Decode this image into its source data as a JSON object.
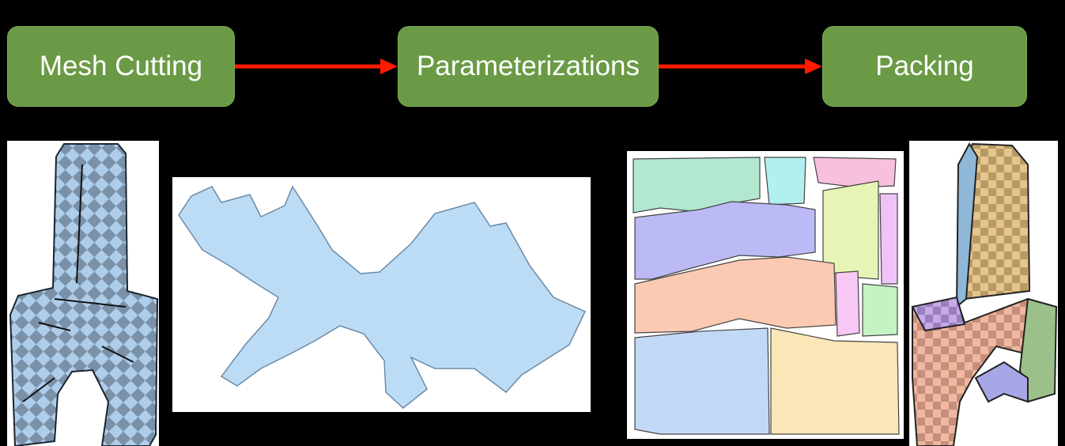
{
  "pipeline": {
    "steps": [
      {
        "label": "Mesh Cutting"
      },
      {
        "label": "Parameterizations"
      },
      {
        "label": "Packing"
      }
    ],
    "colors": {
      "step_fill": "#6a9a45",
      "arrow": "#ff1a00",
      "background": "#000000",
      "uv_fill": "#bcdcf6",
      "checker_dark": "#7a91a8",
      "checker_light": "#aecdea"
    },
    "chart_colors": [
      "#b2e8cf",
      "#b2f0f0",
      "#f7c0dd",
      "#bbbaf5",
      "#e6f4b5",
      "#efc3f7",
      "#fcc9b3",
      "#f8c8f5",
      "#c4f2c2",
      "#c2d9f6",
      "#fbe6b8"
    ]
  },
  "visuals": {
    "mesh_before": "Checker-textured chair-like 3D mesh with cut seams",
    "uv_single": "Single large parameterized chart (light blue)",
    "uv_packed": "Packed atlas of multiple colored charts",
    "mesh_after": "Mesh textured with multi-colored packed atlas"
  }
}
